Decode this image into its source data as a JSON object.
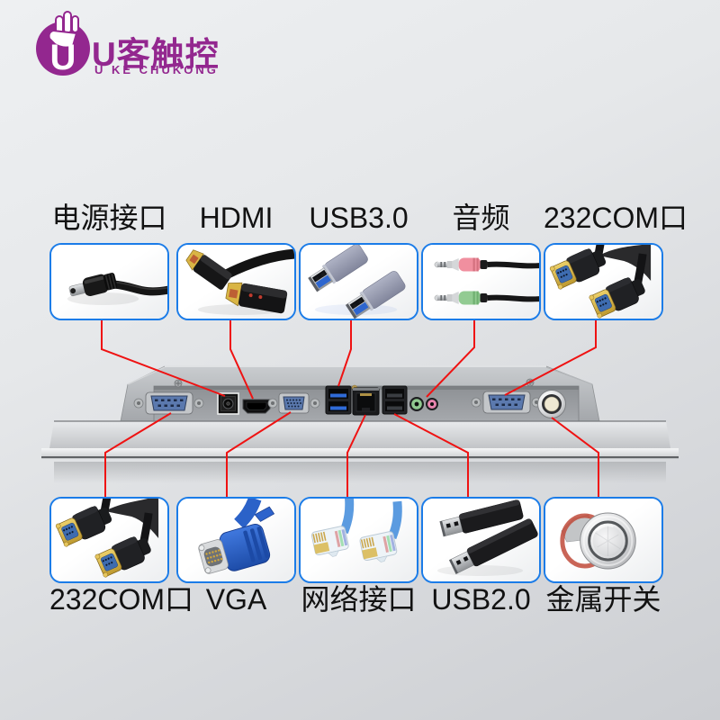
{
  "brand": {
    "logo_initial": "U",
    "name_cn": "U客触控",
    "name_en": "U KE CHUKONG",
    "color": "#93278f"
  },
  "callouts_top": [
    {
      "label": "电源接口",
      "image": "dc-power-plug-photo",
      "port": "dc-power-in"
    },
    {
      "label": "HDMI",
      "image": "hdmi-plugs-photo",
      "port": "hdmi-in"
    },
    {
      "label": "USB3.0",
      "image": "usb3-plugs-photo",
      "port": "usb3-dual-port"
    },
    {
      "label": "音频",
      "image": "audio-jack-plugs-photo",
      "port": "audio-jacks"
    },
    {
      "label": "232COM口",
      "image": "db9-serial-plugs-photo",
      "port": "com-rs232-right"
    }
  ],
  "callouts_bottom": [
    {
      "label": "232COM口",
      "image": "db9-serial-plugs-photo",
      "port": "com-rs232-left"
    },
    {
      "label": "VGA",
      "image": "vga-plug-photo",
      "port": "vga-in"
    },
    {
      "label": "网络接口",
      "image": "rj45-plugs-photo",
      "port": "lan-rj45-port"
    },
    {
      "label": "USB2.0",
      "image": "usb2-plugs-photo",
      "port": "usb2-dual-port"
    },
    {
      "label": "金属开关",
      "image": "metal-switch-photo",
      "port": "metal-power-switch"
    }
  ],
  "device": {
    "ports": [
      "com-rs232-left",
      "dc-power-in",
      "hdmi-in",
      "vga-in",
      "usb3-dual-port",
      "lan-rj45-port",
      "usb2-dual-port",
      "audio-out-green",
      "mic-in-pink",
      "com-rs232-right",
      "metal-power-switch"
    ]
  },
  "colors": {
    "box_border_blue": "#1b7ce8",
    "callout_line_red": "#ef1212",
    "label_text": "#121212",
    "brand_purple": "#93278f",
    "audio_green": "#92cb92",
    "audio_pink": "#ef8aae",
    "usb3_blue": "#2f6bd8"
  }
}
